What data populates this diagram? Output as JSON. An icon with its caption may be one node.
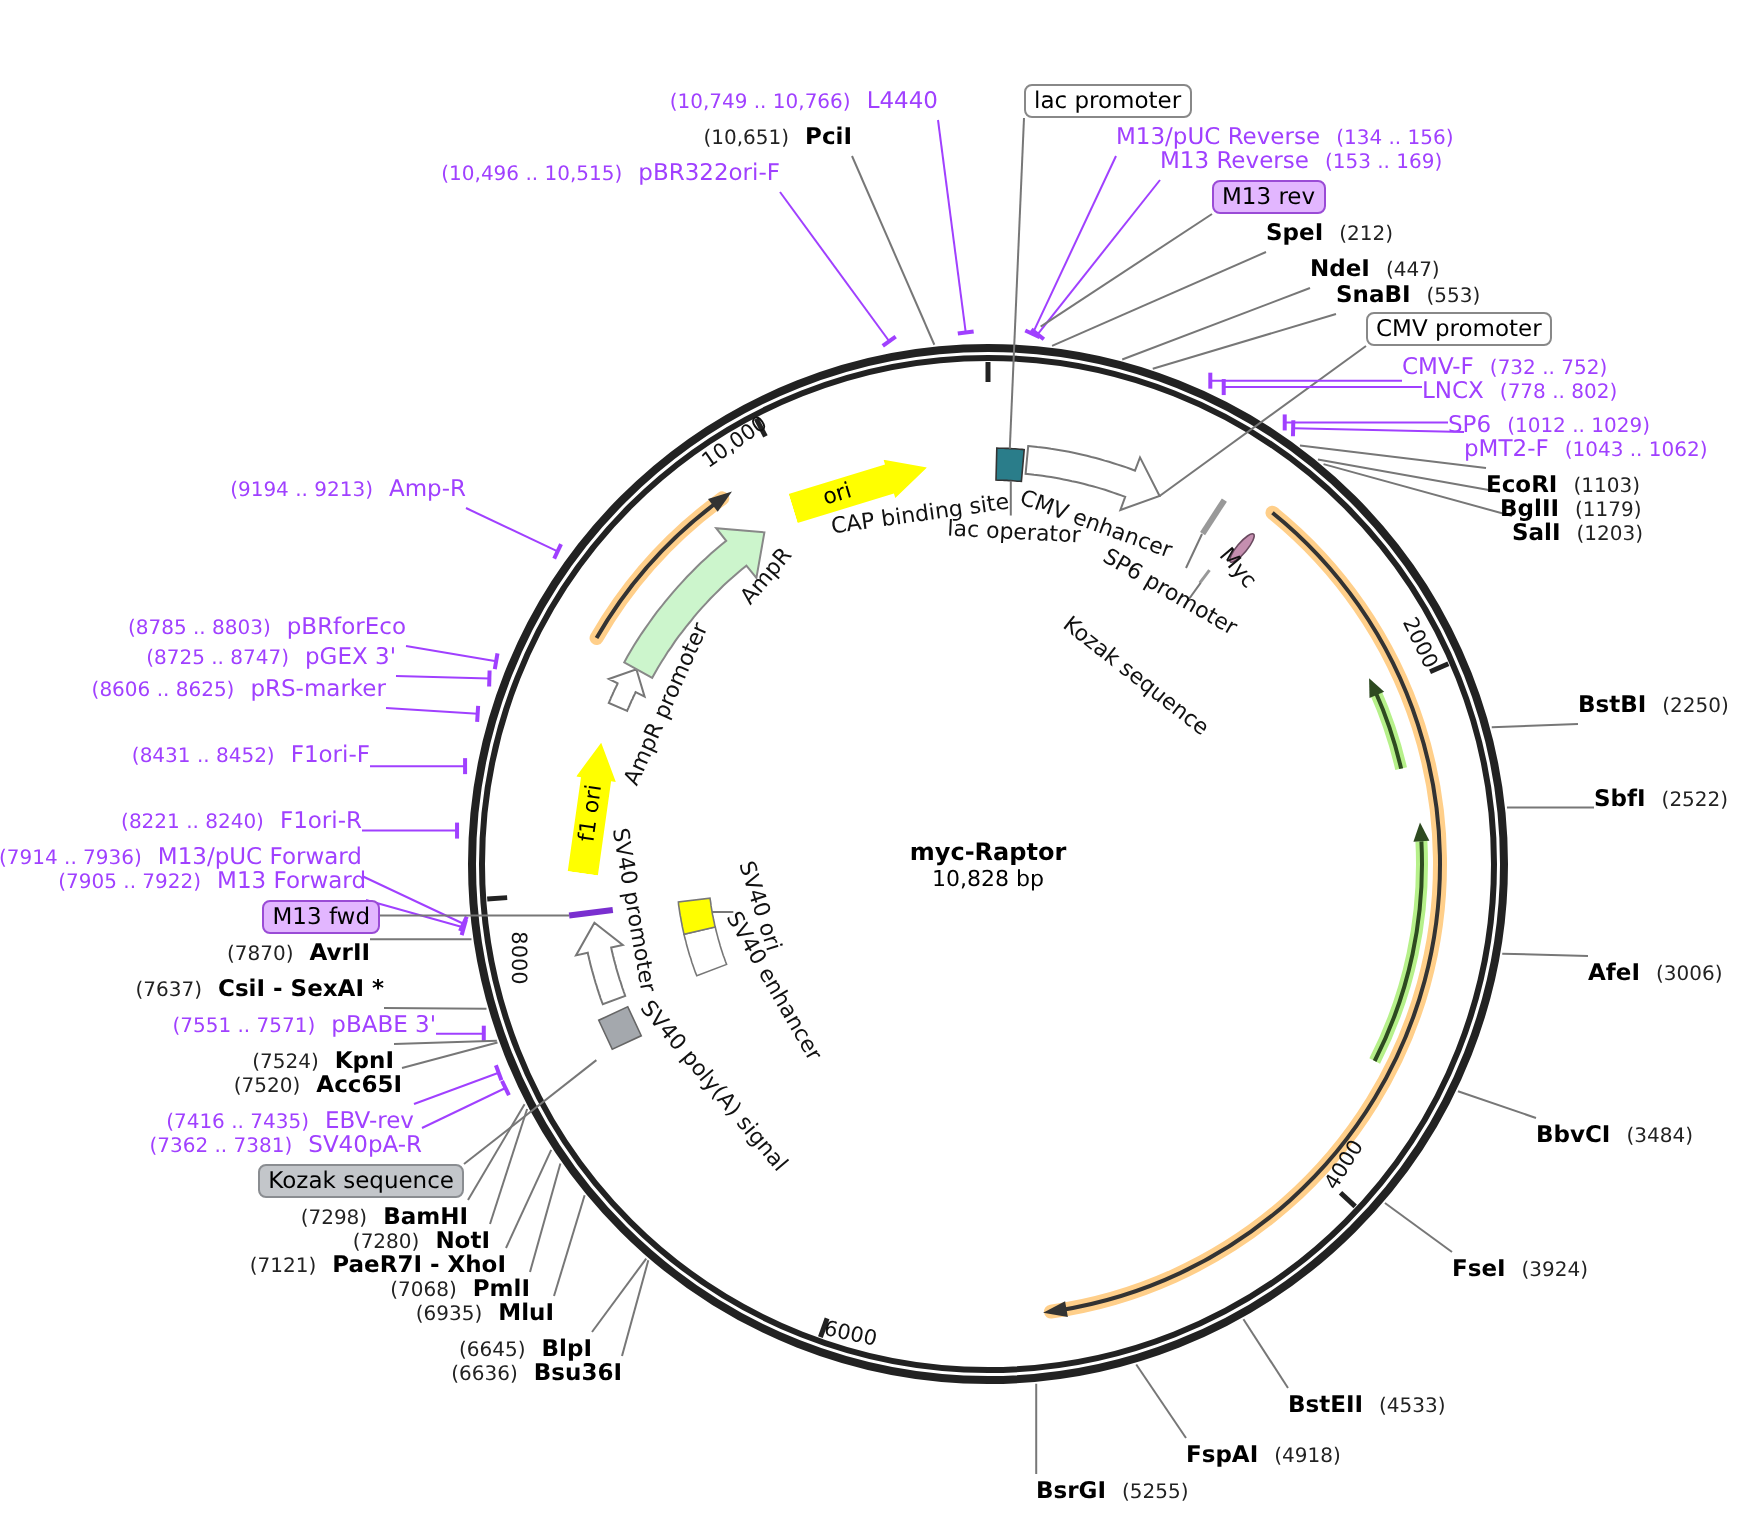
{
  "diagram": {
    "title": "myc-Raptor",
    "nodes": [
      {
        "text": [
          "(10,749 .. 10,766)",
          "L4440"
        ]
      },
      {
        "text": [
          "(10,651)",
          "PciI"
        ]
      },
      {
        "text": [
          "(10,496 .. 10,515)",
          "pBR322ori-F"
        ]
      },
      {
        "text": [
          "lac promoter"
        ]
      },
      {
        "text": [
          "M13/pUC Reverse",
          "(134 .. 156)"
        ]
      },
      {
        "text": [
          "M13 Reverse",
          "(153 .. 169)"
        ]
      },
      {
        "text": [
          "M13 rev"
        ]
      },
      {
        "text": [
          "SpeI",
          "(212)"
        ]
      },
      {
        "text": [
          "NdeI",
          "(447)"
        ]
      },
      {
        "text": [
          "SnaBI",
          "(553)"
        ]
      },
      {
        "text": [
          "CMV promoter"
        ]
      },
      {
        "text": [
          "CMV-F",
          "(732 .. 752)"
        ]
      },
      {
        "text": [
          "LNCX",
          "(778 .. 802)"
        ]
      },
      {
        "text": [
          "SP6",
          "(1012 .. 1029)"
        ]
      },
      {
        "text": [
          "pMT2-F",
          "(1043 .. 1062)"
        ]
      },
      {
        "text": [
          "EcoRI",
          "(1103)"
        ]
      },
      {
        "text": [
          "BglII",
          "(1179)"
        ]
      },
      {
        "text": [
          "SalI",
          "(1203)"
        ]
      },
      {
        "text": [
          "BstBI",
          "(2250)"
        ]
      },
      {
        "text": [
          "SbfI",
          "(2522)"
        ]
      },
      {
        "text": [
          "AfeI",
          "(3006)"
        ]
      },
      {
        "text": [
          "BbvCI",
          "(3484)"
        ]
      },
      {
        "text": [
          "FseI",
          "(3924)"
        ]
      },
      {
        "text": [
          "BstEII",
          "(4533)"
        ]
      },
      {
        "text": [
          "FspAI",
          "(4918)"
        ]
      },
      {
        "text": [
          "BsrGI",
          "(5255)"
        ]
      },
      {
        "text": [
          "(9194 .. 9213)",
          "Amp-R"
        ]
      },
      {
        "text": [
          "(8785 .. 8803)",
          "pBRforEco"
        ]
      },
      {
        "text": [
          "(8725 .. 8747)",
          "pGEX 3'"
        ]
      },
      {
        "text": [
          "(8606 .. 8625)",
          "pRS-marker"
        ]
      },
      {
        "text": [
          "(8431 .. 8452)",
          "F1ori-F"
        ]
      },
      {
        "text": [
          "(8221 .. 8240)",
          "F1ori-R"
        ]
      },
      {
        "text": [
          "(7914 .. 7936)",
          "M13/pUC Forward"
        ]
      },
      {
        "text": [
          "(7905 .. 7922)",
          "M13 Forward"
        ]
      },
      {
        "text": [
          "M13 fwd"
        ]
      },
      {
        "text": [
          "(7870)",
          "AvrII"
        ]
      },
      {
        "text": [
          "(7637)",
          "CsiI - SexAI *"
        ]
      },
      {
        "text": [
          "(7551 .. 7571)",
          "pBABE 3'"
        ]
      },
      {
        "text": [
          "(7524)",
          "KpnI"
        ]
      },
      {
        "text": [
          "(7520)",
          "Acc65I"
        ]
      },
      {
        "text": [
          "(7416 .. 7435)",
          "EBV-rev"
        ]
      },
      {
        "text": [
          "(7362 .. 7381)",
          "SV40pA-R"
        ]
      },
      {
        "text": [
          "Kozak sequence"
        ]
      },
      {
        "text": [
          "(7298)",
          "BamHI"
        ]
      },
      {
        "text": [
          "(7280)",
          "NotI"
        ]
      },
      {
        "text": [
          "(7121)",
          "PaeR7I - XhoI"
        ]
      },
      {
        "text": [
          "(7068)",
          "PmlI"
        ]
      },
      {
        "text": [
          "(6935)",
          "MluI"
        ]
      },
      {
        "text": [
          "(6645)",
          "BlpI"
        ]
      },
      {
        "text": [
          "(6636)",
          "Bsu36I"
        ]
      },
      {
        "text": [
          "ori"
        ]
      },
      {
        "text": [
          "CAP binding site"
        ]
      },
      {
        "text": [
          "lac operator"
        ]
      },
      {
        "text": [
          "CMV enhancer"
        ]
      },
      {
        "text": [
          "SP6 promoter"
        ]
      },
      {
        "text": [
          "Myc"
        ]
      },
      {
        "text": [
          "Kozak sequence"
        ]
      },
      {
        "text": [
          "AmpR"
        ]
      },
      {
        "text": [
          "AmpR promoter"
        ]
      },
      {
        "text": [
          "f1 ori"
        ]
      },
      {
        "text": [
          "SV40 promoter"
        ]
      },
      {
        "text": [
          "SV40 ori"
        ]
      },
      {
        "text": [
          "SV40 enhancer"
        ]
      },
      {
        "text": [
          "SV40 poly(A) signal"
        ]
      },
      {
        "text": [],
        "shape": "box"
      },
      {
        "text": [],
        "shape": "arrow"
      },
      {
        "text": [],
        "shape": "bar"
      },
      {
        "text": [],
        "shape": "bar"
      },
      {
        "text": [],
        "shape": "box"
      },
      {
        "text": [],
        "shape": "arrow"
      },
      {
        "text": [],
        "shape": "bar"
      }
    ],
    "edges": [
      {
        "from": 0,
        "to": null,
        "arrow": "other",
        "color": "#a040ff"
      },
      {
        "from": 1,
        "to": null,
        "arrow": "none"
      },
      {
        "from": 2,
        "to": null,
        "arrow": "other",
        "color": "#a040ff"
      },
      {
        "from": 3,
        "to": 64,
        "arrow": "none"
      },
      {
        "from": 4,
        "to": null,
        "arrow": "other",
        "color": "#a040ff"
      },
      {
        "from": 5,
        "to": null,
        "arrow": "other",
        "color": "#a040ff"
      },
      {
        "from": 6,
        "to": null,
        "arrow": "none"
      },
      {
        "from": 7,
        "to": null,
        "arrow": "none"
      },
      {
        "from": 8,
        "to": null,
        "arrow": "none"
      },
      {
        "from": 9,
        "to": null,
        "arrow": "none"
      },
      {
        "from": 10,
        "to": 65,
        "arrow": "none"
      },
      {
        "from": 11,
        "to": null,
        "arrow": "other",
        "color": "#a040ff"
      },
      {
        "from": 12,
        "to": null,
        "arrow": "other",
        "color": "#a040ff"
      },
      {
        "from": 13,
        "to": null,
        "arrow": "other",
        "color": "#a040ff"
      },
      {
        "from": 14,
        "to": null,
        "arrow": "other",
        "color": "#a040ff"
      },
      {
        "from": 15,
        "to": null,
        "arrow": "none"
      },
      {
        "from": 16,
        "to": null,
        "arrow": "none"
      },
      {
        "from": 17,
        "to": null,
        "arrow": "none"
      },
      {
        "from": 18,
        "to": null,
        "arrow": "none"
      },
      {
        "from": 19,
        "to": null,
        "arrow": "none"
      },
      {
        "from": 20,
        "to": null,
        "arrow": "none"
      },
      {
        "from": 21,
        "to": null,
        "arrow": "none"
      },
      {
        "from": 22,
        "to": null,
        "arrow": "none"
      },
      {
        "from": 23,
        "to": null,
        "arrow": "none"
      },
      {
        "from": 24,
        "to": null,
        "arrow": "none"
      },
      {
        "from": 25,
        "to": null,
        "arrow": "none"
      },
      {
        "from": 26,
        "to": null,
        "arrow": "other",
        "color": "#a040ff"
      },
      {
        "from": 27,
        "to": null,
        "arrow": "other",
        "color": "#a040ff"
      },
      {
        "from": 28,
        "to": null,
        "arrow": "other",
        "color": "#a040ff"
      },
      {
        "from": 29,
        "to": null,
        "arrow": "other",
        "color": "#a040ff"
      },
      {
        "from": 30,
        "to": null,
        "arrow": "other",
        "color": "#a040ff"
      },
      {
        "from": 31,
        "to": null,
        "arrow": "other",
        "color": "#a040ff"
      },
      {
        "from": 32,
        "to": null,
        "arrow": "other",
        "color": "#a040ff"
      },
      {
        "from": 33,
        "to": null,
        "arrow": "other",
        "color": "#a040ff"
      },
      {
        "from": 34,
        "to": 66,
        "arrow": "none"
      },
      {
        "from": 35,
        "to": null,
        "arrow": "none"
      },
      {
        "from": 36,
        "to": null,
        "arrow": "none"
      },
      {
        "from": 37,
        "to": null,
        "arrow": "other",
        "color": "#a040ff"
      },
      {
        "from": 38,
        "to": null,
        "arrow": "none"
      },
      {
        "from": 39,
        "to": null,
        "arrow": "none"
      },
      {
        "from": 40,
        "to": null,
        "arrow": "other",
        "color": "#a040ff"
      },
      {
        "from": 41,
        "to": null,
        "arrow": "other",
        "color": "#a040ff"
      },
      {
        "from": 42,
        "to": null,
        "arrow": "none"
      },
      {
        "from": 43,
        "to": null,
        "arrow": "none"
      },
      {
        "from": 44,
        "to": null,
        "arrow": "none"
      },
      {
        "from": 45,
        "to": null,
        "arrow": "none"
      },
      {
        "from": 46,
        "to": null,
        "arrow": "none"
      },
      {
        "from": 47,
        "to": null,
        "arrow": "none"
      },
      {
        "from": 48,
        "to": null,
        "arrow": "none"
      },
      {
        "from": 49,
        "to": null,
        "arrow": "none"
      },
      {
        "from": 52,
        "to": 64,
        "arrow": "none"
      },
      {
        "from": 54,
        "to": 67,
        "arrow": "none"
      },
      {
        "from": 56,
        "to": 70,
        "arrow": "none"
      },
      {
        "from": 61,
        "to": 68,
        "arrow": "none"
      }
    ],
    "labels": [
      "10,000",
      "2000",
      "4000",
      "6000",
      "8000",
      "10,828 bp"
    ]
  }
}
